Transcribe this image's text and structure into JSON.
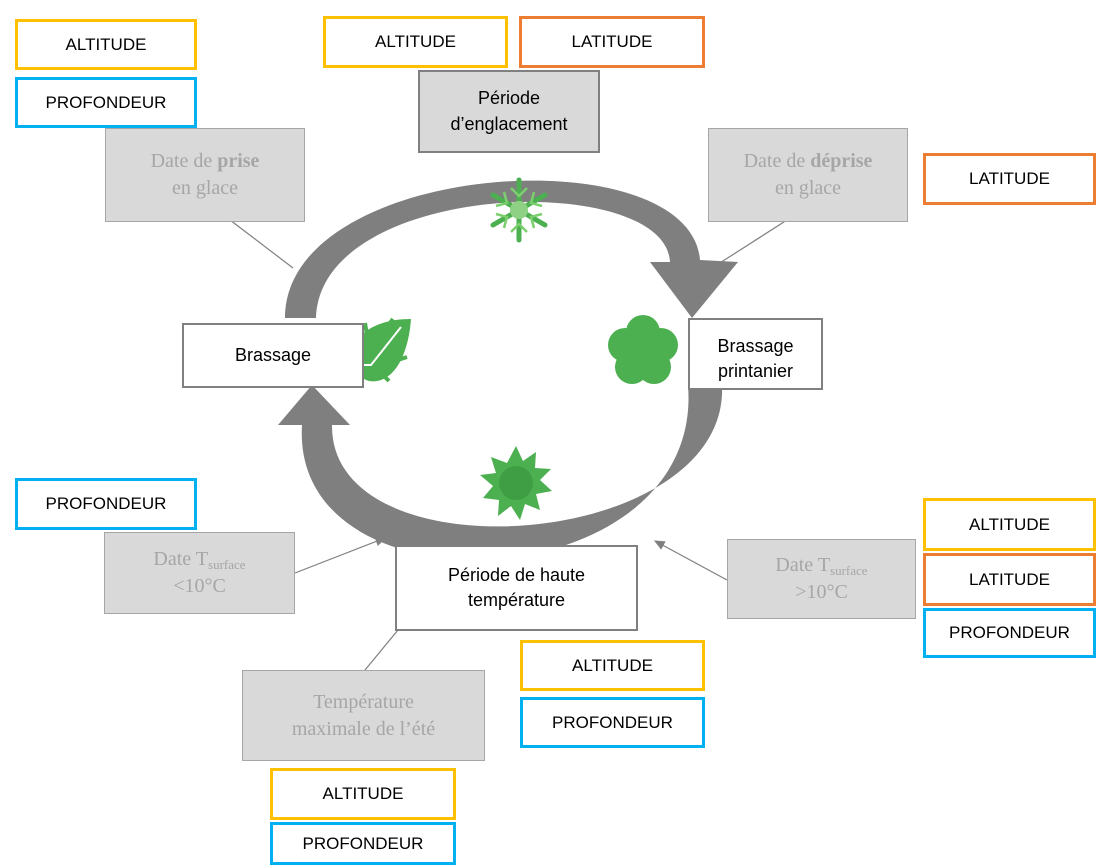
{
  "factors": {
    "altitude": "ALTITUDE",
    "latitude": "LATITUDE",
    "profondeur": "PROFONDEUR"
  },
  "stages": {
    "englacement": [
      "Période",
      "d’englacement"
    ],
    "brassage_left": "Brassage",
    "brassage_right": [
      "Brassage",
      "printanier"
    ],
    "haute_temp": [
      "Période de haute",
      "température"
    ]
  },
  "dates": {
    "prise": {
      "pre": "Date de ",
      "bold": "prise",
      "line2": "en glace"
    },
    "deprise": {
      "pre": "Date de ",
      "bold": "déprise",
      "line2": "en glace"
    },
    "tsurf_low": {
      "pre": "Date T",
      "sub": "surface",
      "line2": "<10°C"
    },
    "tsurf_high": {
      "pre": "Date T",
      "sub": "surface",
      "line2": ">10°C"
    },
    "temp_max": [
      "Température",
      "maximale de l’été"
    ]
  },
  "colors": {
    "altitude": "#FFC000",
    "latitude": "#ED7D31",
    "profondeur": "#00B0F0",
    "arrow": "#7f7f7f",
    "icon_green": "#4CAF50"
  },
  "icons": [
    "snowflake-icon",
    "leaf-icon",
    "flower-icon",
    "sun-icon"
  ]
}
